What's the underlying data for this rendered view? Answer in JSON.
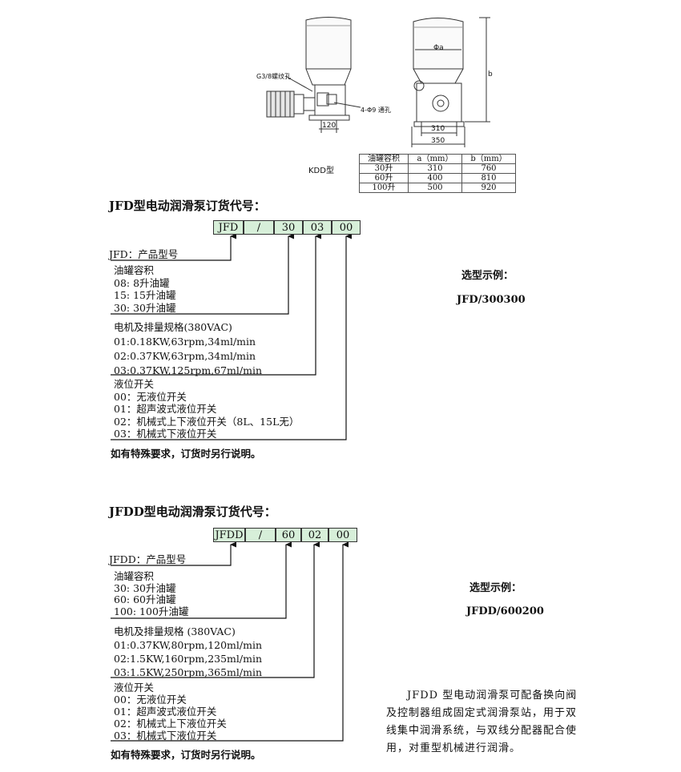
{
  "drawing": {
    "label_thread": "G3/8螺纹孔",
    "label_hole": "4-Φ9 通孔",
    "dim_120": "120",
    "dim_phi_a": "Φa",
    "dim_b": "b",
    "dim_310": "310",
    "dim_350": "350",
    "model_label": "KDD型"
  },
  "spec_table": {
    "headers": [
      "油罐容积",
      "a（mm）",
      "b（mm）"
    ],
    "rows": [
      [
        "30升",
        "310",
        "760"
      ],
      [
        "60升",
        "400",
        "810"
      ],
      [
        "100升",
        "500",
        "920"
      ]
    ]
  },
  "jfd": {
    "title": "JFD型电动润滑泵订货代号：",
    "code": [
      "JFD",
      "/",
      "30",
      "03",
      "00"
    ],
    "product_label": "JFD：产品型号",
    "tank": {
      "heading": "油罐容积",
      "items": [
        "08:   8升油罐",
        "15:   15升油罐",
        "30:   30升油罐"
      ]
    },
    "motor": {
      "heading": "电机及排量规格(380VAC)",
      "items": [
        "01:0.18KW,63rpm,34ml/min",
        "02:0.37KW,63rpm,34ml/min",
        "03:0.37KW,125rpm,67ml/min"
      ]
    },
    "level": {
      "heading": "液位开关",
      "items": [
        "00：无液位开关",
        "01：超声波式液位开关",
        "02：机械式上下液位开关（8L、15L无）",
        "03：机械式下液位开关"
      ]
    },
    "note": "如有特殊要求，订货时另行说明。",
    "example_title": "选型示例：",
    "example_code": "JFD/300300"
  },
  "jfdd": {
    "title": "JFDD型电动润滑泵订货代号：",
    "code": [
      "JFDD",
      "/",
      "60",
      "02",
      "00"
    ],
    "product_label": "JFDD：产品型号",
    "tank": {
      "heading": "油罐容积",
      "items": [
        "30:   30升油罐",
        "60:   60升油罐",
        "100:   100升油罐"
      ]
    },
    "motor": {
      "heading": "电机及排量规格 (380VAC)",
      "items": [
        "01:0.37KW,80rpm,120ml/min",
        "02:1.5KW,160rpm,235ml/min",
        "03:1.5KW,250rpm,365ml/min"
      ]
    },
    "level": {
      "heading": "液位开关",
      "items": [
        "00：无液位开关",
        "01：超声波式液位开关",
        "02：机械式上下液位开关",
        "03：机械式下液位开关"
      ]
    },
    "note": "如有特殊要求，订货时另行说明。",
    "example_title": "选型示例：",
    "example_code": "JFDD/600200"
  },
  "description": "JFDD 型电动润滑泵可配备换向阀及控制器组成固定式润滑泵站，用于双线集中润滑系统，与双线分配器配合使用，对重型机械进行润滑。"
}
